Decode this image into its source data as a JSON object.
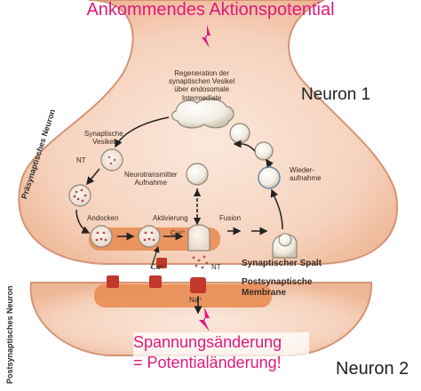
{
  "header": {
    "title": "Ankommendes Aktionspotential"
  },
  "neurons": {
    "top": "Neuron 1",
    "bottom": "Neuron 2"
  },
  "side_labels": {
    "presynaptic": "Präsynaptisches Neuron",
    "postsynaptic": "Postsynaptisches Neuron"
  },
  "labels": {
    "regeneration": [
      "Regeneration der",
      "synaptischen Vesikel",
      "über endosomale",
      "Intermediate"
    ],
    "synaptic_vesicle": [
      "Synaptische",
      "Vesikel"
    ],
    "nt": "NT",
    "nt_uptake": [
      "Neurotransmitter",
      "Aufnahme"
    ],
    "reuptake": [
      "Wieder-",
      "aufnahme"
    ],
    "docking": "Andocken",
    "activation": "Aktivierung",
    "fusion": "Fusion",
    "ca": "Ca²⁺",
    "na": "Na⁺",
    "synaptic_cleft": "Synaptischer Spalt",
    "postsynaptic_membrane": [
      "Postsynaptische",
      "Membrane"
    ]
  },
  "result": {
    "line1": "Spannungsänderung",
    "line2": "= Potentialänderung!"
  },
  "colors": {
    "accent": "#e0197d",
    "membrane": "#f4b99a",
    "cytoplasm": "#f7dccd",
    "zone": "#e8884d",
    "channel": "#c0392b"
  }
}
